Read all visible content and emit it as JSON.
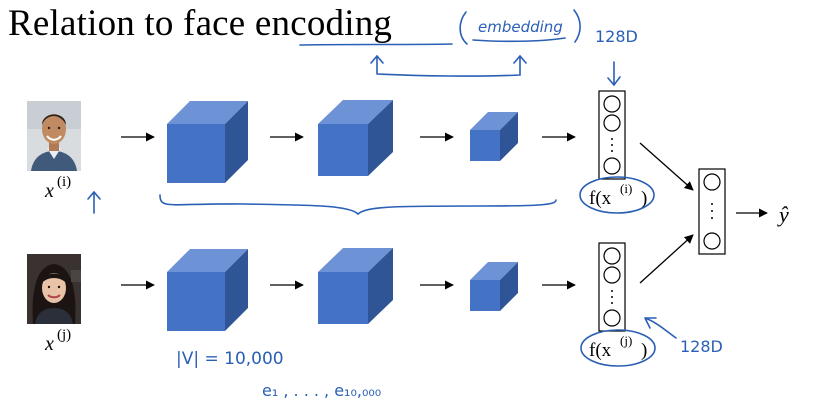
{
  "title": {
    "prefix": "Relation to face ",
    "emphasis": "encoding"
  },
  "annotations": {
    "embedding": "embedding",
    "dim_top": "128D",
    "dim_bottom": "128D",
    "vocab": "|V| = 10,000",
    "embeddings_list": "e₁ , . . . , e₁₀,₀₀₀"
  },
  "labels": {
    "input_top_base": "x",
    "input_top_sup": "(i)",
    "input_bottom_base": "x",
    "input_bottom_sup": "(j)",
    "encoding_top": "f(x",
    "encoding_top_sup": "(i)",
    "encoding_close": ")",
    "encoding_bottom": "f(x",
    "encoding_bottom_sup": "(j)",
    "output": "ŷ"
  },
  "colors": {
    "cube_front": "#4472c4",
    "cube_top": "#6d93d6",
    "cube_side": "#2f5597",
    "ink": "#2a5fb5"
  }
}
